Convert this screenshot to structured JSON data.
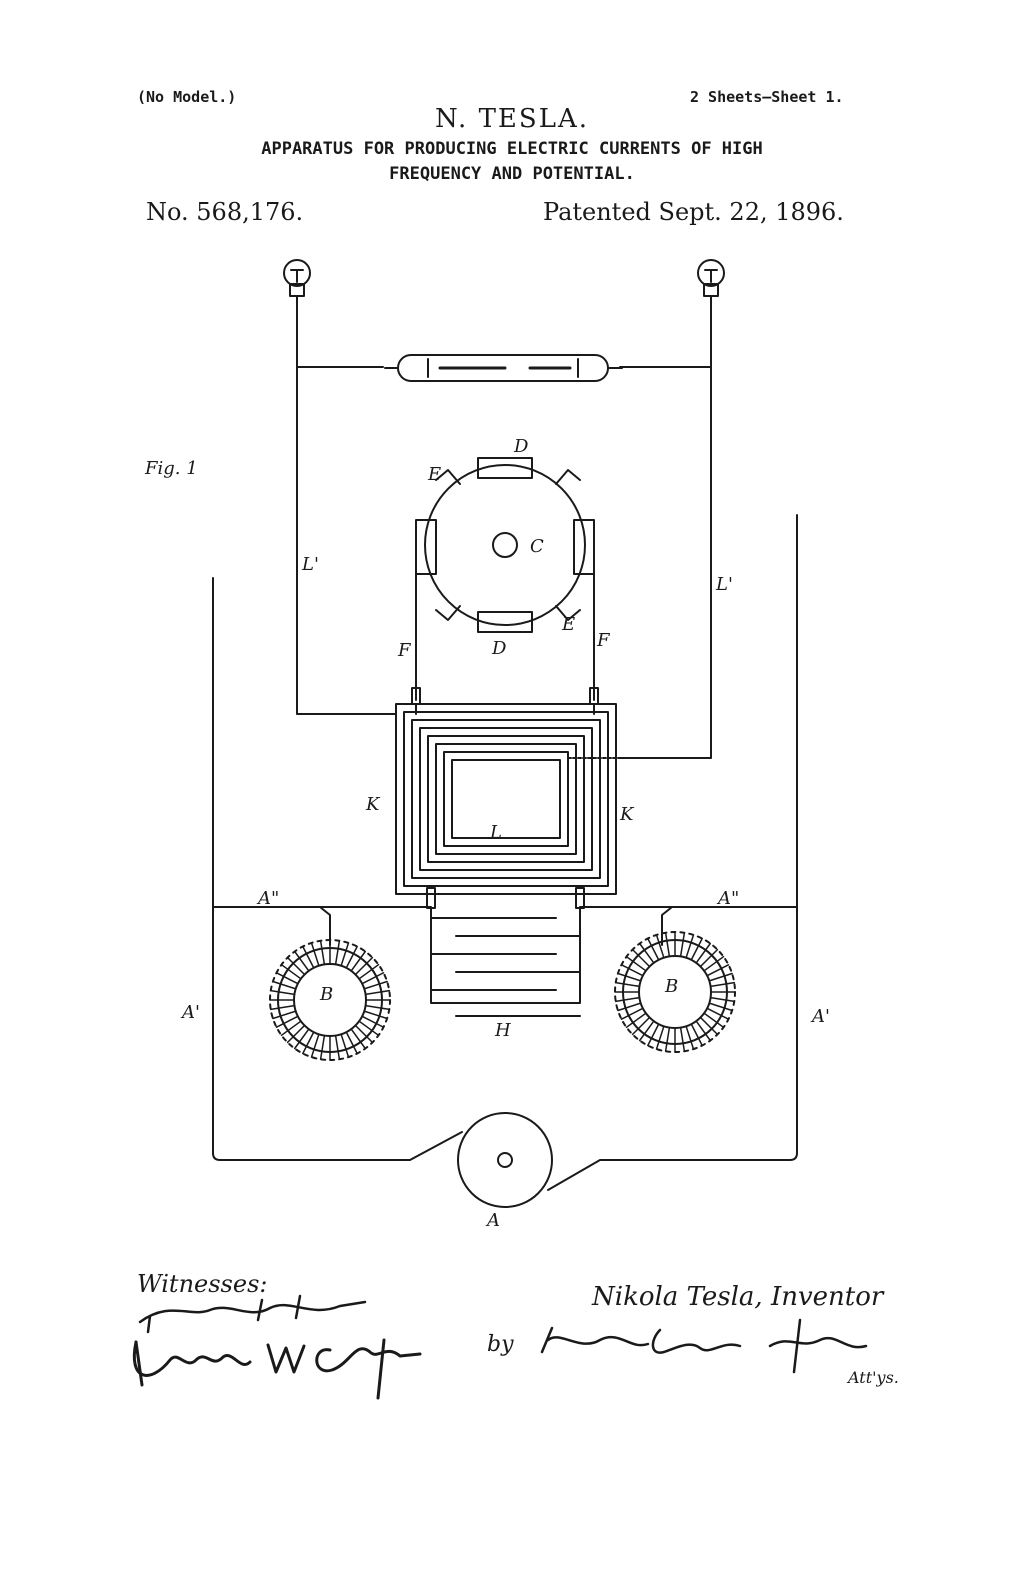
{
  "header": {
    "no_model": "(No Model.)",
    "sheets": "2 Sheets—Sheet 1.",
    "inventor": "N. TESLA.",
    "title_line1": "APPARATUS FOR PRODUCING ELECTRIC CURRENTS OF HIGH",
    "title_line2": "FREQUENCY AND POTENTIAL.",
    "patent_number": "No. 568,176.",
    "patent_date": "Patented Sept. 22, 1896."
  },
  "figure": {
    "label": "Fig. 1",
    "parts": {
      "A": "A",
      "A_prime": "A'",
      "A_double_prime": "A\"",
      "B": "B",
      "C": "C",
      "D": "D",
      "E": "E",
      "F": "F",
      "H": "H",
      "K": "K",
      "L": "L",
      "L_prime": "L'"
    }
  },
  "signatures": {
    "witnesses_label": "Witnesses:",
    "inventor_signature": "Nikola Tesla, Inventor",
    "by": "by",
    "attorneys": "Att'ys."
  },
  "colors": {
    "ink": "#1a1a1a",
    "paper": "#ffffff"
  }
}
